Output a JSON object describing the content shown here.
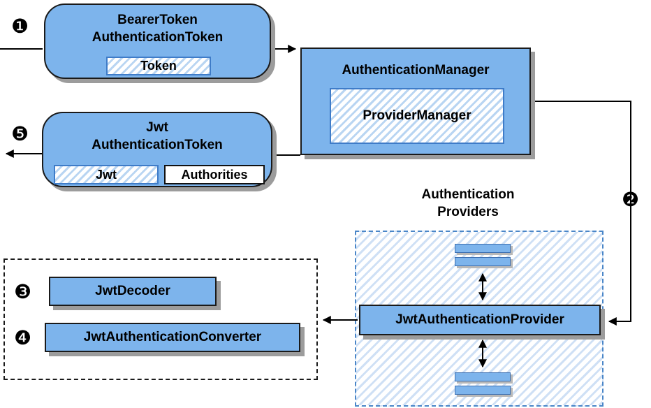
{
  "nodes": {
    "bearer_token": {
      "line1": "BearerToken",
      "line2": "AuthenticationToken",
      "inner": "Token"
    },
    "authentication_manager": {
      "title": "AuthenticationManager",
      "inner": "ProviderManager"
    },
    "jwt_authentication_token": {
      "line1": "Jwt",
      "line2": "AuthenticationToken",
      "inner_left": "Jwt",
      "inner_right": "Authorities"
    },
    "authentication_providers": {
      "line1": "Authentication",
      "line2": "Providers"
    },
    "jwt_authentication_provider": {
      "title": "JwtAuthenticationProvider"
    },
    "jwt_decoder": {
      "title": "JwtDecoder"
    },
    "jwt_authentication_converter": {
      "title": "JwtAuthenticationConverter"
    }
  },
  "markers": {
    "step1": "❶",
    "step2": "❷",
    "step3": "❸",
    "step4": "❹",
    "step5": "❺"
  },
  "colors": {
    "node_fill": "#7db4ec",
    "node_border": "#1a1a1a",
    "hatch_stripe": "#b9d5f2",
    "hatch_border": "#3f7cc8",
    "dashed_blue": "#4a86c8",
    "dashed_black": "#1a1a1a",
    "shadow": "#9c9c9c",
    "arrow": "#000000"
  }
}
